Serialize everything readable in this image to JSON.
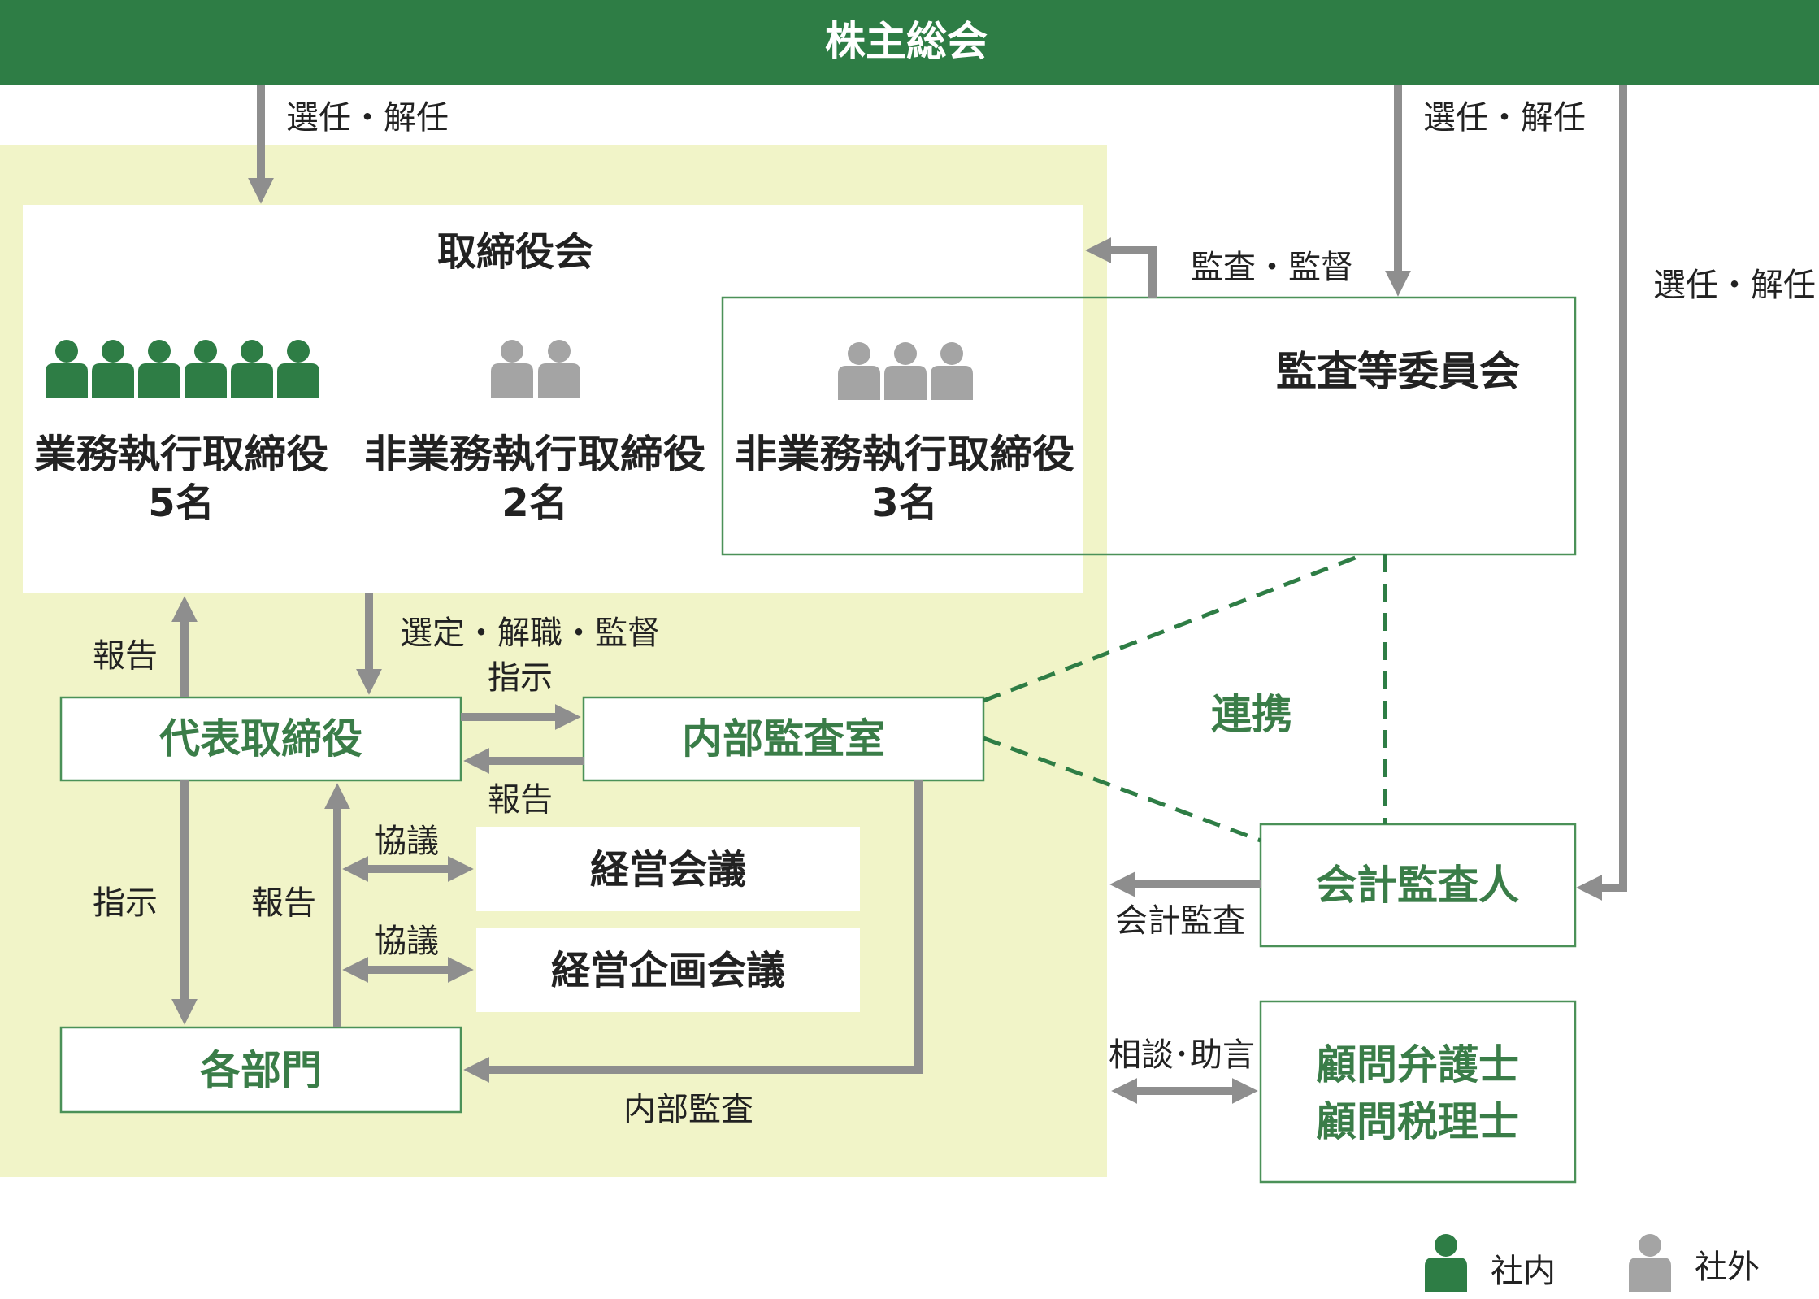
{
  "colors": {
    "primary_green": "#2e7d45",
    "label_green": "#3a7d48",
    "panel_bg": "#f1f4c8",
    "arrow_gray": "#8e8e8e",
    "person_green": "#2e7d45",
    "person_gray": "#a4a4a4",
    "box_border": "#4b9158"
  },
  "header": {
    "title": "株主総会"
  },
  "board": {
    "title": "取締役会",
    "executive": {
      "label": "業務執行取締役",
      "count": "5名",
      "icon": "person-icon",
      "people": 6
    },
    "non_executive": {
      "label": "非業務執行取締役",
      "count": "2名",
      "icon": "person-icon",
      "people": 2
    },
    "non_executive_audit": {
      "label": "非業務執行取締役",
      "count": "3名",
      "icon": "person-icon",
      "people": 3
    }
  },
  "audit_committee": {
    "title": "監査等委員会"
  },
  "boxes": {
    "representative": "代表取締役",
    "internal_audit_office": "内部監査室",
    "management_meeting": "経営会議",
    "planning_meeting": "経営企画会議",
    "departments": "各部門",
    "accounting_auditor": "会計監査人",
    "advisors_line1": "顧問弁護士",
    "advisors_line2": "顧問税理士"
  },
  "labels": {
    "appoint_dismiss_board": "選任・解任",
    "appoint_dismiss_audit": "選任・解任",
    "appoint_dismiss_accounting": "選任・解任",
    "audit_supervise": "監査・監督",
    "select_dismiss_supervise": "選定・解職・監督",
    "report_to_board": "報告",
    "instruct_to_audit": "指示",
    "report_from_audit": "報告",
    "consult_1": "協議",
    "consult_2": "協議",
    "instruct_to_depts": "指示",
    "report_from_depts": "報告",
    "internal_audit": "内部監査",
    "cooperation": "連携",
    "accounting_audit": "会計監査",
    "advice": "相談･助言"
  },
  "legend": {
    "internal": {
      "label": "社内",
      "icon": "person-icon"
    },
    "external": {
      "label": "社外",
      "icon": "person-icon"
    }
  }
}
